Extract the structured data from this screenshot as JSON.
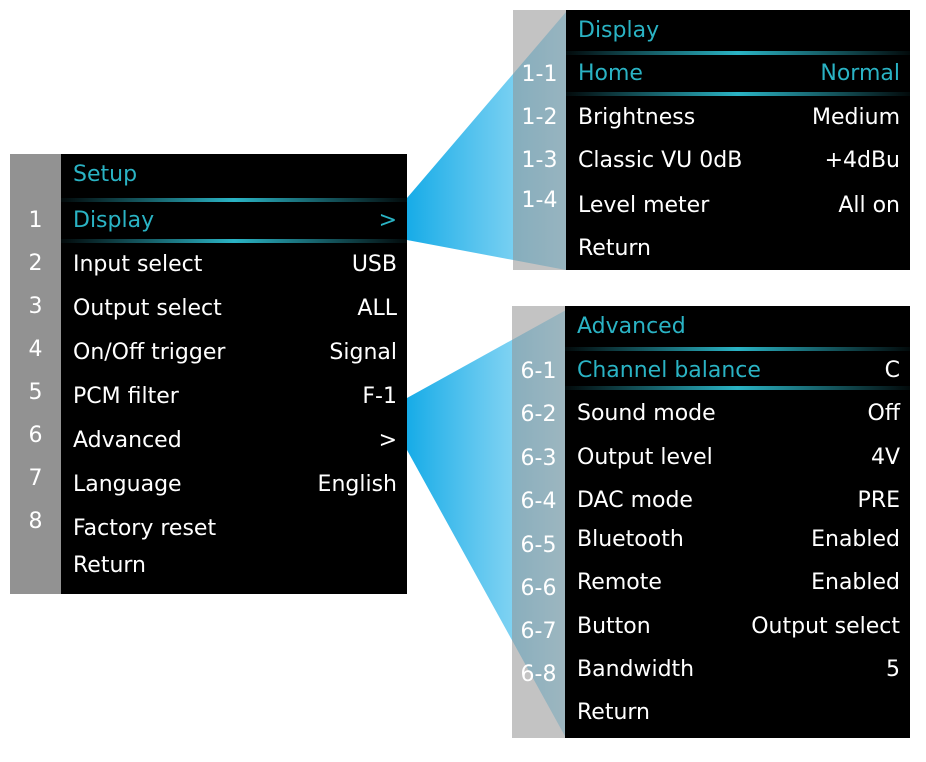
{
  "colors": {
    "accent": "#2ab3c4",
    "screen_bg": "#000000",
    "gutter_bg": "#929292",
    "connector": "#1fb4ec"
  },
  "setup": {
    "title": "Setup",
    "items": [
      {
        "num": "1",
        "label": "Display",
        "value": ">"
      },
      {
        "num": "2",
        "label": "Input select",
        "value": "USB"
      },
      {
        "num": "3",
        "label": "Output select",
        "value": "ALL"
      },
      {
        "num": "4",
        "label": "On/Off trigger",
        "value": "Signal"
      },
      {
        "num": "5",
        "label": "PCM filter",
        "value": "F-1"
      },
      {
        "num": "6",
        "label": "Advanced",
        "value": ">"
      },
      {
        "num": "7",
        "label": "Language",
        "value": "English"
      },
      {
        "num": "8",
        "label": "Factory reset",
        "value": ""
      },
      {
        "num": "",
        "label": "Return",
        "value": ""
      }
    ]
  },
  "display": {
    "title": "Display",
    "items": [
      {
        "num": "1-1",
        "label": "Home",
        "value": "Normal"
      },
      {
        "num": "1-2",
        "label": "Brightness",
        "value": "Medium"
      },
      {
        "num": "1-3",
        "label": "Classic VU 0dB",
        "value": "+4dBu"
      },
      {
        "num": "1-4",
        "label": "Level meter",
        "value": "All on"
      },
      {
        "num": "",
        "label": "Return",
        "value": ""
      }
    ]
  },
  "advanced": {
    "title": "Advanced",
    "items": [
      {
        "num": "6-1",
        "label": "Channel balance",
        "value": "C"
      },
      {
        "num": "6-2",
        "label": "Sound mode",
        "value": "Off"
      },
      {
        "num": "6-3",
        "label": "Output level",
        "value": "4V"
      },
      {
        "num": "6-4",
        "label": "DAC mode",
        "value": "PRE"
      },
      {
        "num": "6-5",
        "label": "Bluetooth",
        "value": "Enabled"
      },
      {
        "num": "6-6",
        "label": "Remote",
        "value": "Enabled"
      },
      {
        "num": "6-7",
        "label": "Button",
        "value": "Output select"
      },
      {
        "num": "6-8",
        "label": "Bandwidth",
        "value": "5"
      },
      {
        "num": "",
        "label": "Return",
        "value": ""
      }
    ]
  }
}
